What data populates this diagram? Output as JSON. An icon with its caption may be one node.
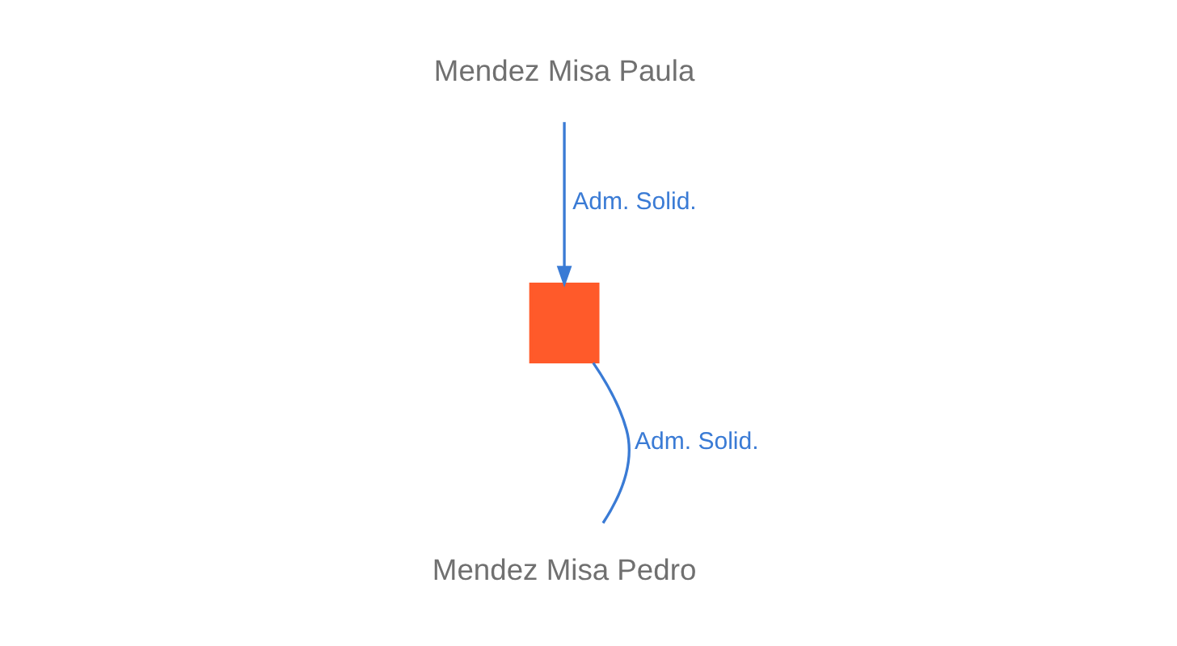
{
  "diagram": {
    "nodes": [
      {
        "text": [
          "Mendez Misa Paula"
        ]
      },
      {
        "text": [],
        "shape": "building"
      },
      {
        "text": [
          "Mendez Misa Pedro"
        ]
      }
    ],
    "edges": [
      {
        "from": 0,
        "to": 1,
        "arrow": "to",
        "label": "Adm. Solid."
      },
      {
        "from": 2,
        "to": 1,
        "arrow": "none",
        "label": "Adm. Solid."
      }
    ]
  }
}
